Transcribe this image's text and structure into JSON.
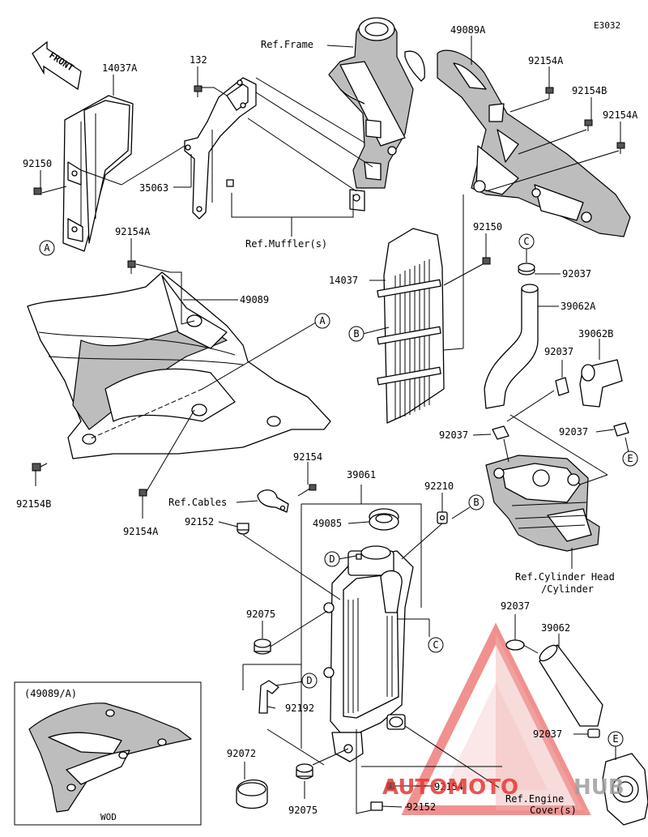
{
  "diagram_code": "E3032",
  "front_label": "FRONT",
  "refs": {
    "frame": "Ref.Frame",
    "mufflers": "Ref.Muffler(s)",
    "cables": "Ref.Cables",
    "cyl_head_1": "Ref.Cylinder Head",
    "cyl_head_2": "/Cylinder",
    "engine_cover_1": "Ref.Engine",
    "engine_cover_2": "Cover(s)"
  },
  "inset": {
    "title": "(49089/A)",
    "footer": "WOD"
  },
  "callouts": {
    "A": "A",
    "B": "B",
    "C": "C",
    "D": "D",
    "E": "E"
  },
  "parts": {
    "p14037A": "14037A",
    "p132": "132",
    "p49089A": "49089A",
    "p92154A_top": "92154A",
    "p92154B_top": "92154B",
    "p92154A_top2": "92154A",
    "p92150_left": "92150",
    "p35063": "35063",
    "p92154A_mid": "92154A",
    "p49089": "49089",
    "p92150_mid": "92150",
    "p14037": "14037",
    "p92037_a": "92037",
    "p39062A": "39062A",
    "p39062B": "39062B",
    "p92037_b": "92037",
    "p92037_c": "92037",
    "p92037_d": "92037",
    "p92154B_left": "92154B",
    "p92154": "92154",
    "p39061": "39061",
    "p92210": "92210",
    "p92154A_low": "92154A",
    "p92152": "92152",
    "p49085": "49085",
    "p92075_a": "92075",
    "p92037_e": "92037",
    "p39062": "39062",
    "p92192": "92192",
    "p92037_f": "92037",
    "p92072": "92072",
    "p92075_b": "92075",
    "p92154_low": "92154",
    "p92152_low": "92152"
  },
  "watermark": {
    "part1": "AUTOMOTO",
    "part2": "HUB",
    "color_red": "#e53935",
    "color_gray": "#9e9e9e"
  }
}
